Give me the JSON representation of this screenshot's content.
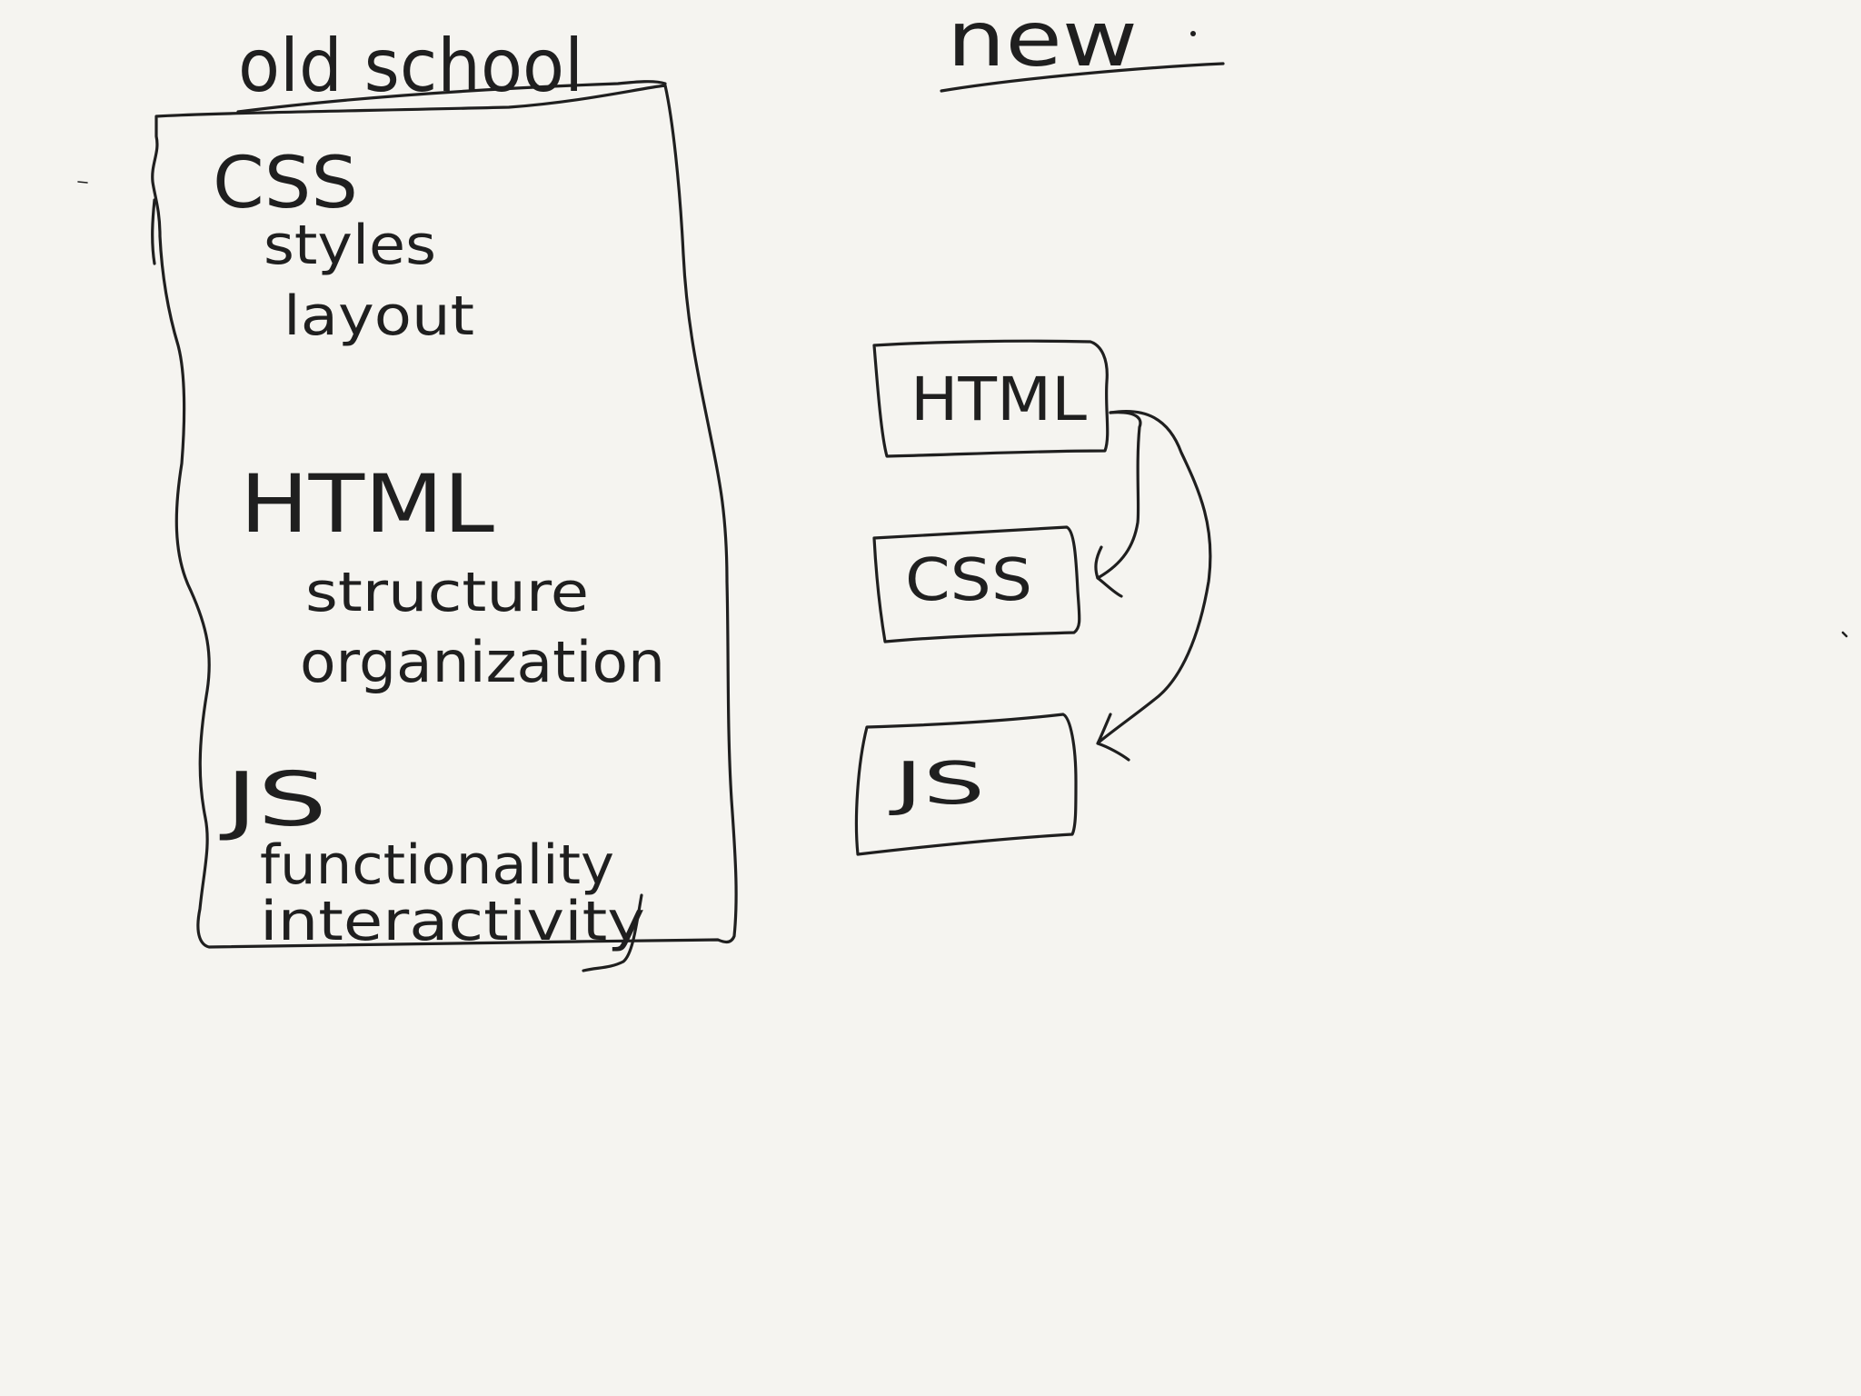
{
  "old_school": {
    "title": "old school",
    "sections": [
      {
        "heading": "CSS",
        "lines": [
          "styles",
          "layout"
        ]
      },
      {
        "heading": "HTML",
        "lines": [
          "structure",
          "organization"
        ]
      },
      {
        "heading": "JS",
        "lines": [
          "functionality",
          "interactivity"
        ]
      }
    ]
  },
  "new": {
    "title": "new",
    "boxes": [
      "HTML",
      "CSS",
      "JS"
    ]
  }
}
